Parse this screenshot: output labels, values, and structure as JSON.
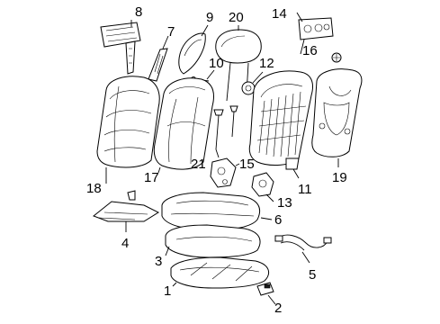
{
  "diagram": {
    "callouts": [
      {
        "id": "c1",
        "label": "1"
      },
      {
        "id": "c2",
        "label": "2"
      },
      {
        "id": "c3",
        "label": "3"
      },
      {
        "id": "c4",
        "label": "4"
      },
      {
        "id": "c5",
        "label": "5"
      },
      {
        "id": "c6",
        "label": "6"
      },
      {
        "id": "c7",
        "label": "7"
      },
      {
        "id": "c8",
        "label": "8"
      },
      {
        "id": "c9",
        "label": "9"
      },
      {
        "id": "c10",
        "label": "10"
      },
      {
        "id": "c11",
        "label": "11"
      },
      {
        "id": "c12",
        "label": "12"
      },
      {
        "id": "c13",
        "label": "13"
      },
      {
        "id": "c14",
        "label": "14"
      },
      {
        "id": "c15",
        "label": "15"
      },
      {
        "id": "c16",
        "label": "16"
      },
      {
        "id": "c17",
        "label": "17"
      },
      {
        "id": "c18",
        "label": "18"
      },
      {
        "id": "c19",
        "label": "19"
      },
      {
        "id": "c20",
        "label": "20"
      },
      {
        "id": "c21",
        "label": "21"
      }
    ],
    "colors": {
      "line": "#000000",
      "background": "#ffffff"
    }
  }
}
